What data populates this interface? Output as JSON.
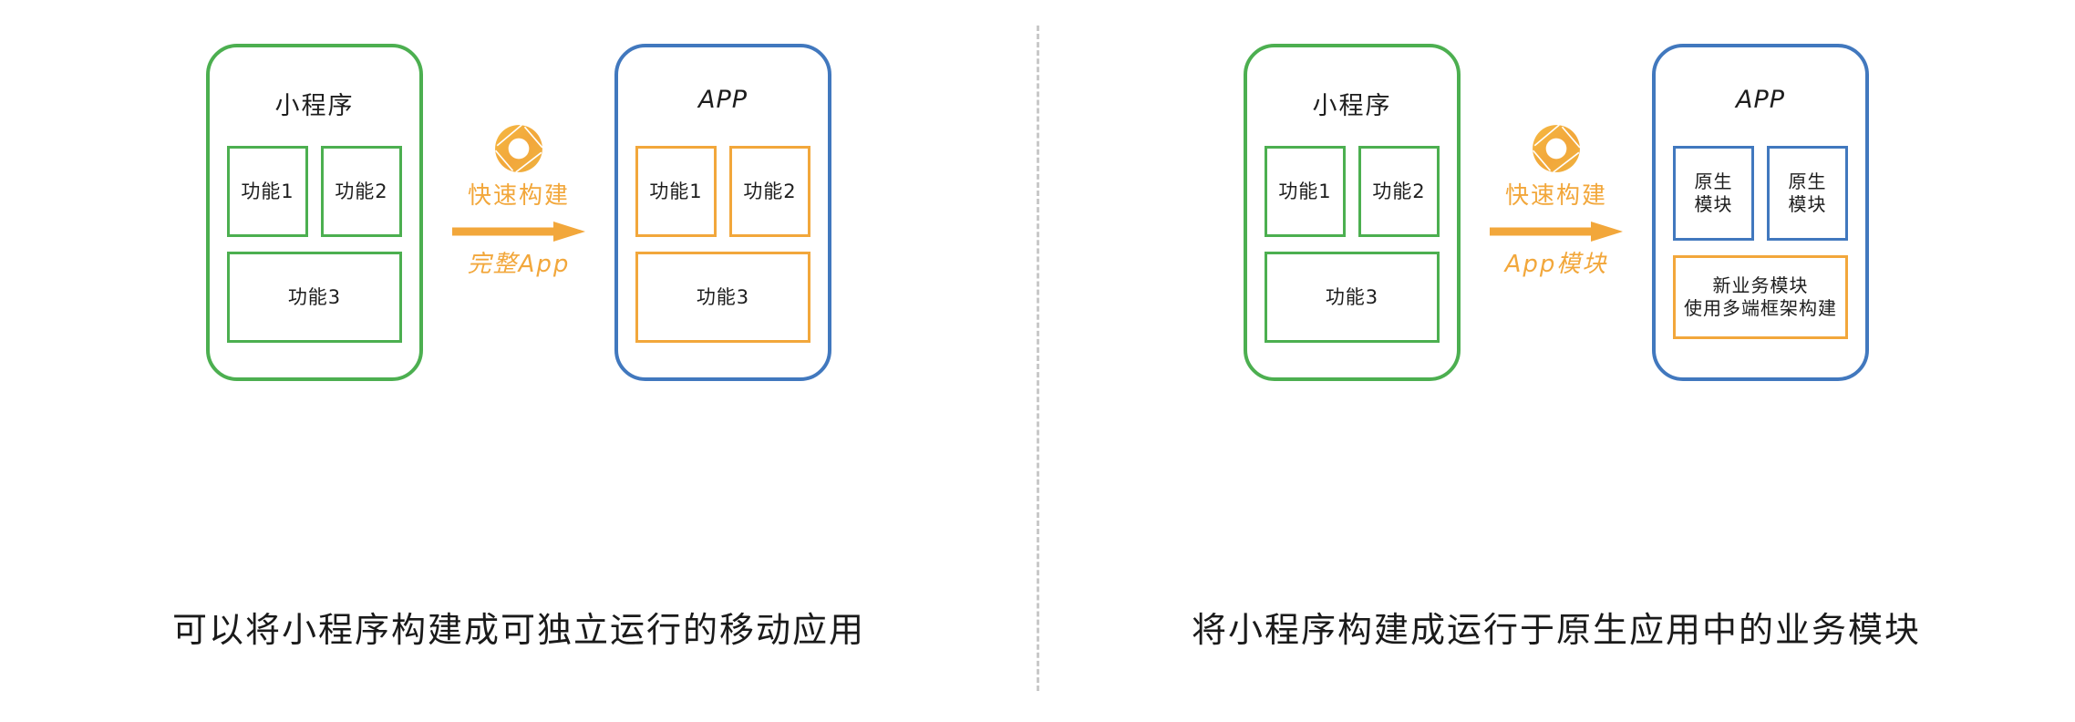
{
  "theme": {
    "green": "#4CAF50",
    "blue": "#4178BE",
    "orange": "#F2A73B",
    "text": "#1A1A1A",
    "divider": "#C9C9C9",
    "background": "#FFFFFF"
  },
  "panels": [
    {
      "id": "left-panel",
      "source_phone": {
        "title": "小程序",
        "border_color": "#4CAF50",
        "modules_row1": [
          "功能1",
          "功能2"
        ],
        "modules_row2": [
          "功能3"
        ]
      },
      "transform": {
        "icon": "swirl-build-icon",
        "label_top": "快速构建",
        "arrow": "arrow-right-icon",
        "label_bottom": "完整App"
      },
      "target_phone": {
        "title": "APP",
        "border_color": "#4178BE",
        "modules_row1": [
          "功能1",
          "功能2"
        ],
        "modules_row1_color": "#F2A73B",
        "modules_row2": [
          "功能3"
        ],
        "modules_row2_color": "#F2A73B"
      },
      "caption": "可以将小程序构建成可独立运行的移动应用"
    },
    {
      "id": "right-panel",
      "source_phone": {
        "title": "小程序",
        "border_color": "#4CAF50",
        "modules_row1": [
          "功能1",
          "功能2"
        ],
        "modules_row2": [
          "功能3"
        ]
      },
      "transform": {
        "icon": "swirl-build-icon",
        "label_top": "快速构建",
        "arrow": "arrow-right-icon",
        "label_bottom": "App模块"
      },
      "target_phone": {
        "title": "APP",
        "border_color": "#4178BE",
        "modules_row1": [
          "原生\n模块",
          "原生\n模块"
        ],
        "modules_row1_color": "#4178BE",
        "modules_row2": [
          "新业务模块\n使用多端框架构建"
        ],
        "modules_row2_color": "#F2A73B"
      },
      "caption": "将小程序构建成运行于原生应用中的业务模块"
    }
  ]
}
